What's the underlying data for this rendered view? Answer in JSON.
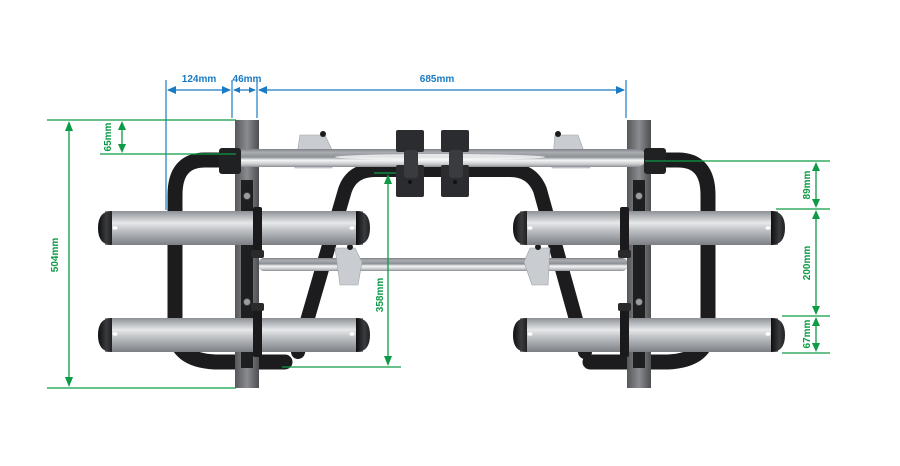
{
  "diagram": {
    "subject": "Bike carrier rack (rear view) with dimensions",
    "colors": {
      "horizontal_dimension": "#1a7bc4",
      "vertical_dimension": "#0d9b45",
      "frame_black": "#1c1c1e",
      "rail_silver": "#b8bcc0",
      "post_grey": "#6c6e72"
    },
    "horizontal_dimensions": [
      {
        "id": "offset_left",
        "label": "124mm"
      },
      {
        "id": "post_width",
        "label": "46mm"
      },
      {
        "id": "post_spacing",
        "label": "685mm"
      }
    ],
    "vertical_dimensions": [
      {
        "id": "total_height",
        "label": "504mm"
      },
      {
        "id": "top_offset",
        "label": "65mm"
      },
      {
        "id": "center_clearance",
        "label": "358mm"
      },
      {
        "id": "upper_gap",
        "label": "89mm"
      },
      {
        "id": "rail_spacing",
        "label": "200mm"
      },
      {
        "id": "lower_rail",
        "label": "67mm"
      }
    ]
  }
}
